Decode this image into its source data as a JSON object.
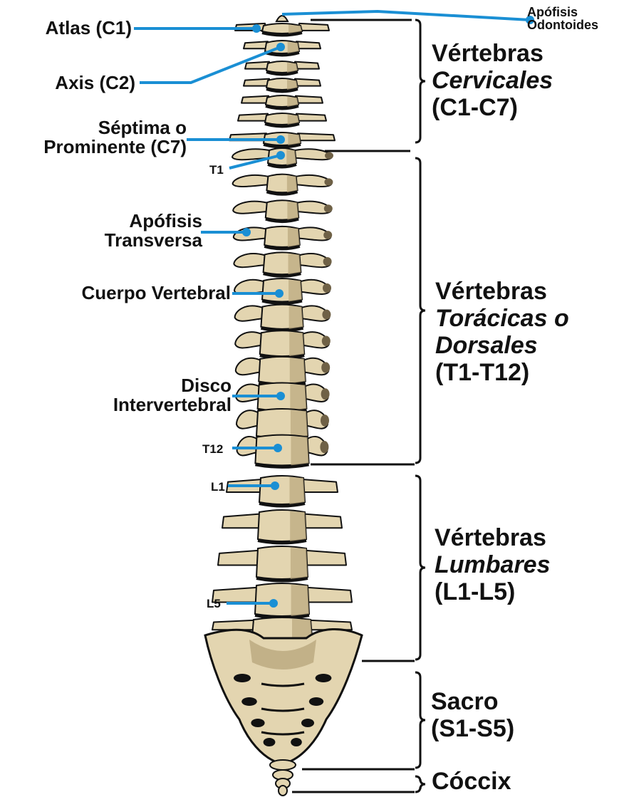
{
  "colors": {
    "bone": "#E3D5B0",
    "bone_shade": "#B9A77E",
    "bone_dark": "#6F6146",
    "outline": "#111111",
    "pointer": "#1A8FD4",
    "bracket": "#111111",
    "background": "#FFFFFF"
  },
  "labels": {
    "odontoid": "Apófisis Odontoides",
    "atlas": "Atlas (C1)",
    "axis": "Axis (C2)",
    "c7": "Séptima o Prominente (C7)",
    "t1": "T1",
    "transverse": "Apófisis Transversa",
    "body": "Cuerpo Vertebral",
    "disc": "Disco Intervertebral",
    "t12": "T12",
    "l1": "L1",
    "l5": "L5"
  },
  "regions": {
    "cervical": {
      "line1": "Vértebras",
      "line2": "Cervicales",
      "line3": "(C1-C7)"
    },
    "thoracic": {
      "line1": "Vértebras",
      "line2": "Torácicas o",
      "line2b": "Dorsales",
      "line3": "(T1-T12)"
    },
    "lumbar": {
      "line1": "Vértebras",
      "line2": "Lumbares",
      "line3": "(L1-L5)"
    },
    "sacrum": {
      "line1": "Sacro",
      "line2": "(S1-S5)"
    },
    "coccyx": {
      "line1": "Cóccix"
    }
  }
}
